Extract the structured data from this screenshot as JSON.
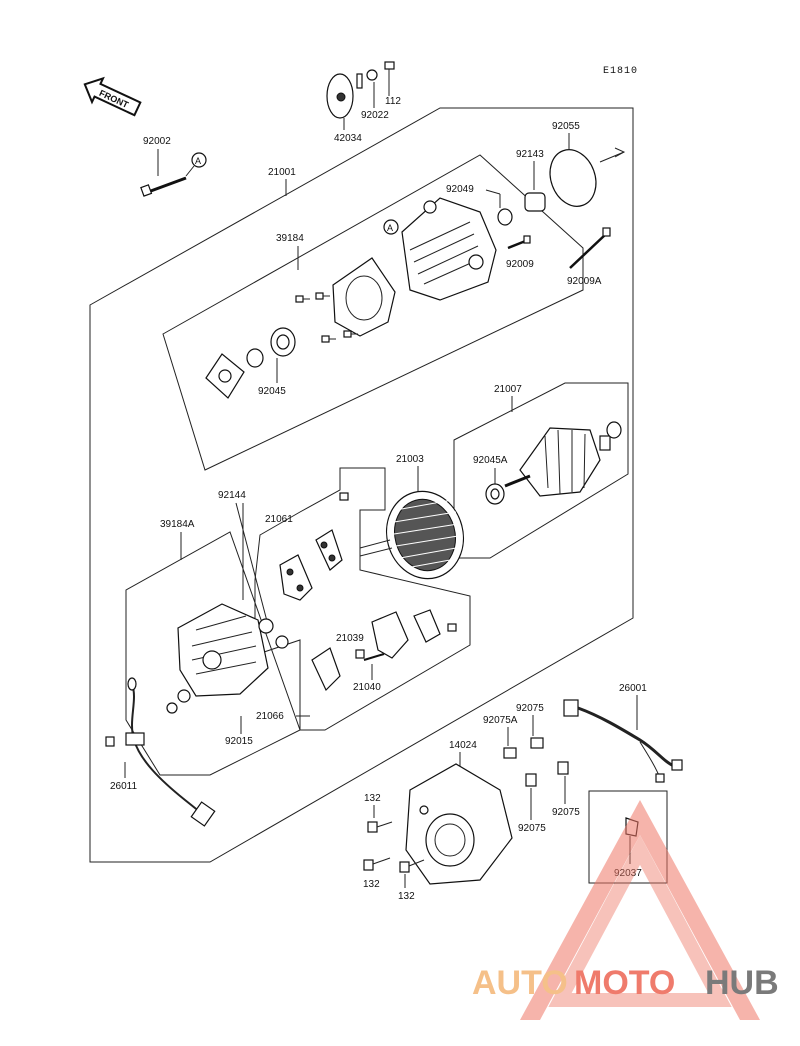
{
  "diagram_code": "E1810",
  "front_label": "FRONT",
  "ref_marker": "A",
  "parts": {
    "p92002": "92002",
    "p42034": "42034",
    "p92022": "92022",
    "p112": "112",
    "p21001": "21001",
    "p92055": "92055",
    "p92143": "92143",
    "p92049": "92049",
    "p39184": "39184",
    "p92009": "92009",
    "p92009A": "92009A",
    "p92045": "92045",
    "p21007": "21007",
    "p21003": "21003",
    "p92045A": "92045A",
    "p92144": "92144",
    "p21061": "21061",
    "p39184A": "39184A",
    "p21039": "21039",
    "p21040": "21040",
    "p21066": "21066",
    "p92015": "92015",
    "p26011": "26011",
    "p14024": "14024",
    "p92075a": "92075",
    "p92075A": "92075A",
    "p92075b": "92075",
    "p92075c": "92075",
    "p26001": "26001",
    "p132a": "132",
    "p132b": "132",
    "p132c": "132",
    "p92037": "92037"
  },
  "watermark": {
    "part1": "AUTO",
    "part2": "MOTO",
    "part3": "HUB",
    "color1": "#f5c089",
    "color2": "#ef7b6c",
    "color3": "#7a7a7a"
  }
}
